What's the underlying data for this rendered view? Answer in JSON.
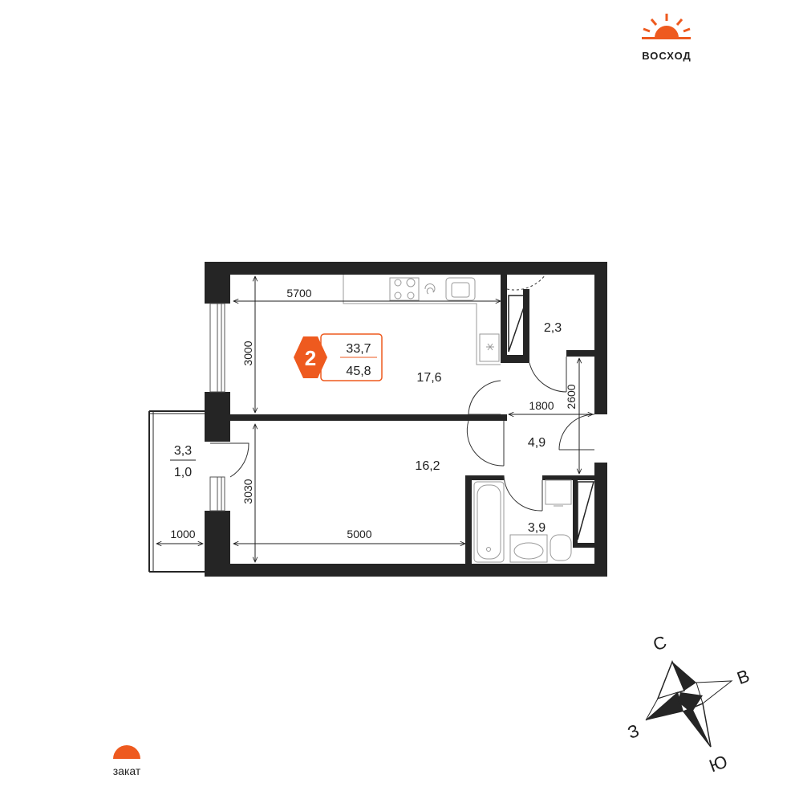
{
  "sun": {
    "sunrise_label": "ВОСХОД",
    "sunset_label": "закат",
    "accent_color": "#ee5a1f"
  },
  "badge": {
    "rooms": "2",
    "living_area": "33,7",
    "total_area": "45,8"
  },
  "rooms": {
    "kitchen_area": "17,6",
    "bedroom_area": "16,2",
    "storage_area": "2,3",
    "hall_area": "4,9",
    "bath_area": "3,9",
    "balcony_total": "3,3",
    "balcony_reduced": "1,0"
  },
  "dimensions": {
    "kitchen_width": "5700",
    "kitchen_depth": "3000",
    "bedroom_depth": "3030",
    "bedroom_width": "5000",
    "hall_width": "1800",
    "hall_depth": "2600",
    "balcony_width": "1000"
  },
  "compass": {
    "north": "С",
    "east": "В",
    "south": "Ю",
    "west": "З"
  }
}
